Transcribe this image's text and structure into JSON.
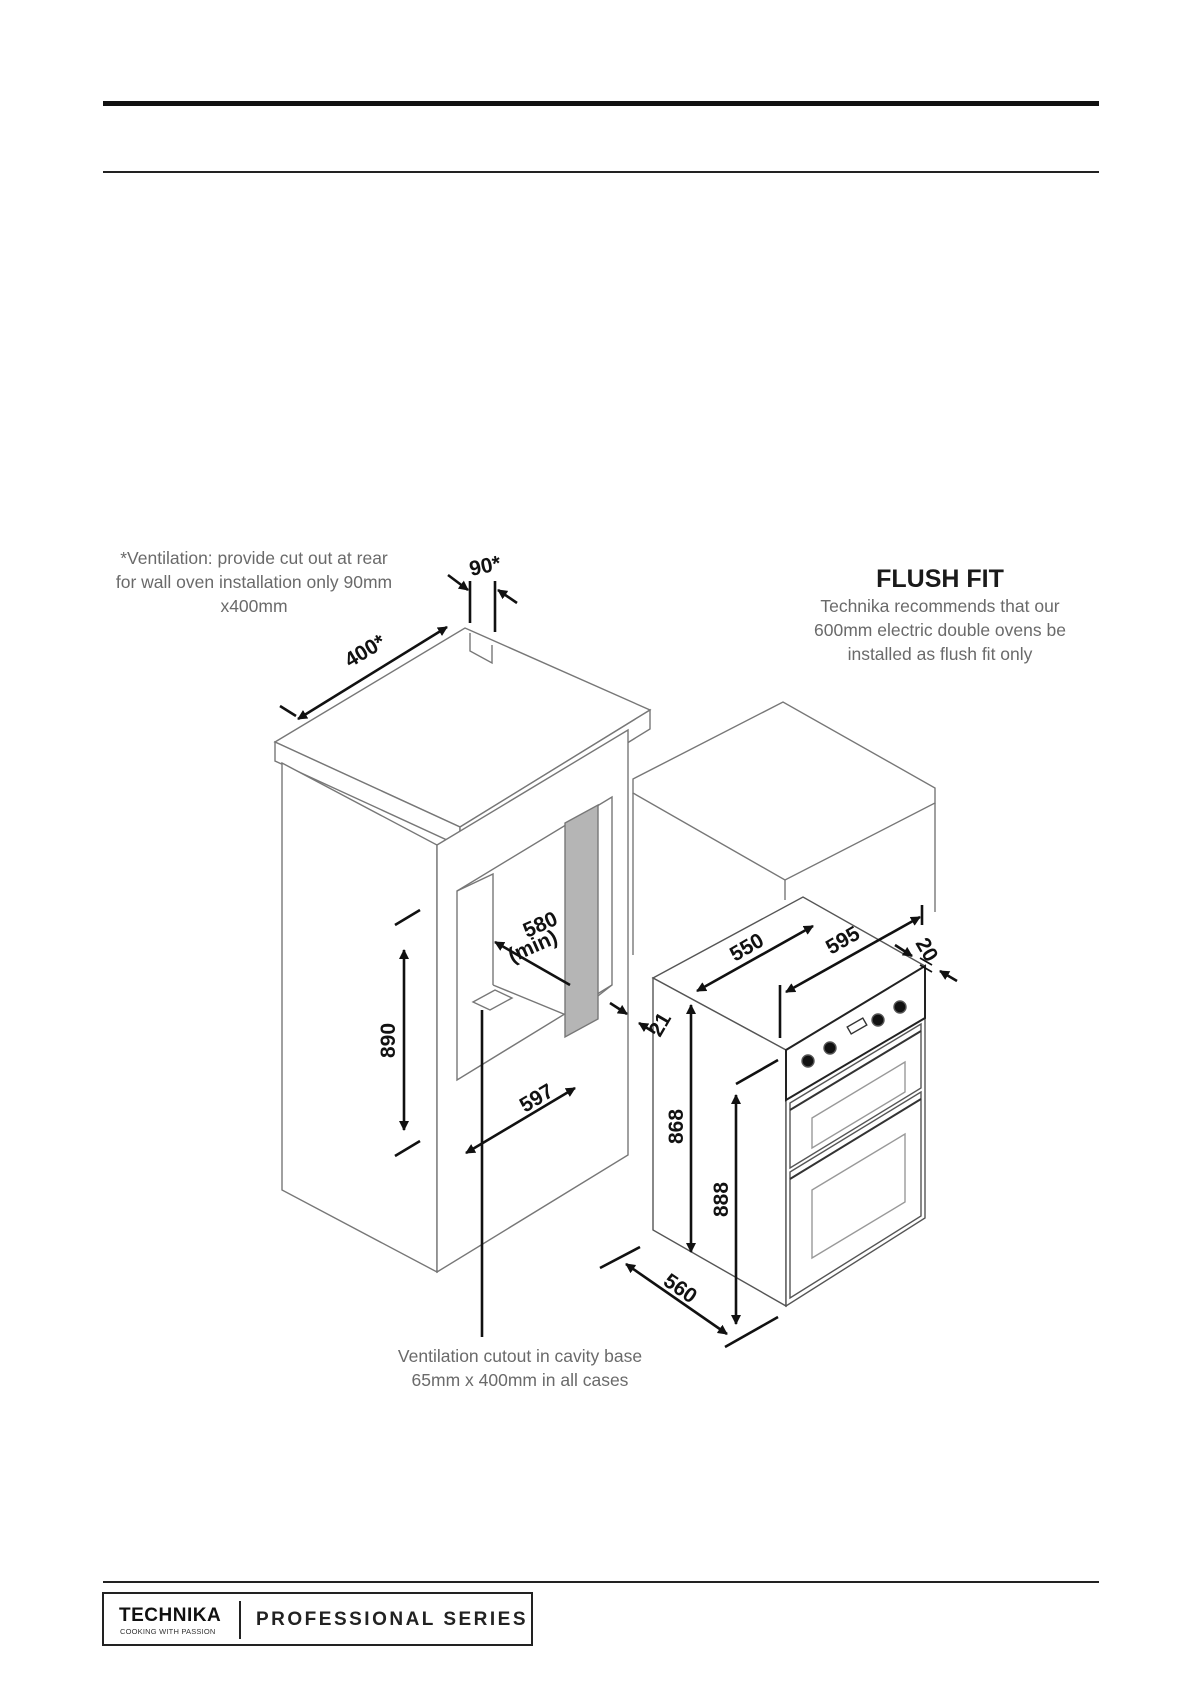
{
  "header": {
    "title": ""
  },
  "diagram": {
    "ventilation_note": [
      "*Ventilation: provide cut out at rear",
      "for wall oven installation only 90mm",
      "x400mm"
    ],
    "flush_fit_title": "FLUSH FIT",
    "flush_fit_text": [
      "Technika recommends that our",
      "600mm electric double ovens be",
      "installed as flush fit only"
    ],
    "base_note": [
      "Ventilation cutout in cavity base",
      "65mm x 400mm in all cases"
    ],
    "dimensions": {
      "vent_depth": "90*",
      "vent_width": "400*",
      "cavity_depth_line1": "580",
      "cavity_depth_line2": "(min)",
      "cavity_height": "890",
      "cavity_width": "597",
      "gap": "21",
      "oven_depth": "550",
      "oven_width": "595",
      "door_thickness": "20",
      "body_height": "868",
      "total_height": "888",
      "oven_base_depth": "560"
    }
  },
  "footer": {
    "brand": "TECHNIKA",
    "tagline": "COOKING WITH PASSION",
    "series": "PROFESSIONAL SERIES"
  }
}
